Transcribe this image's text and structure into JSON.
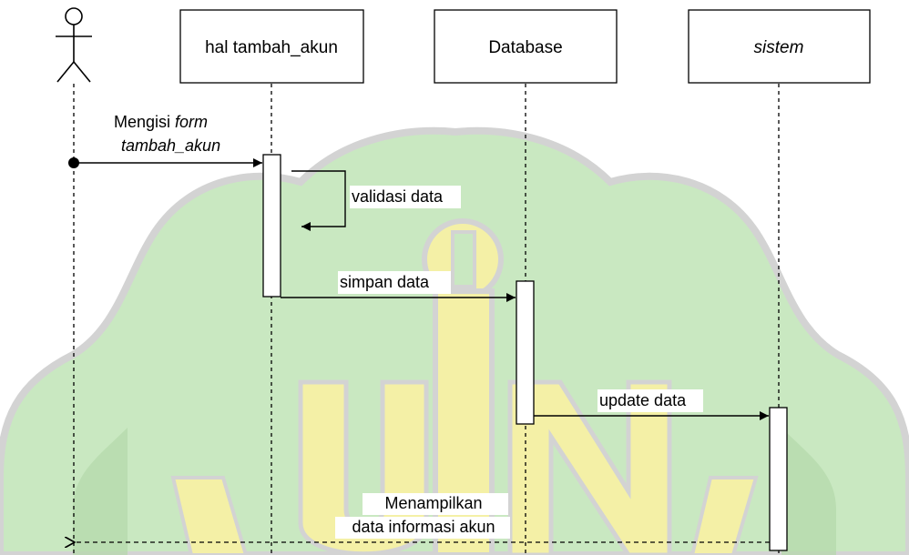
{
  "participants": {
    "hal_tambah_akun": "hal tambah_akun",
    "database": "Database",
    "sistem": "sistem"
  },
  "messages": {
    "m1_line1": "Mengisi ",
    "m1_line1_italic": "form",
    "m1_line2": "tambah_akun",
    "m2": "validasi data",
    "m3": "simpan data",
    "m4": "update data",
    "m5_line1": "Menampilkan",
    "m5_line2": "data informasi akun"
  },
  "colors": {
    "watermark_green": "#c9e8c1",
    "watermark_green_dark": "#b3d9aa",
    "watermark_yellow": "#f4f0a6",
    "watermark_outline": "#d3d3d3",
    "ink": "#000000"
  }
}
